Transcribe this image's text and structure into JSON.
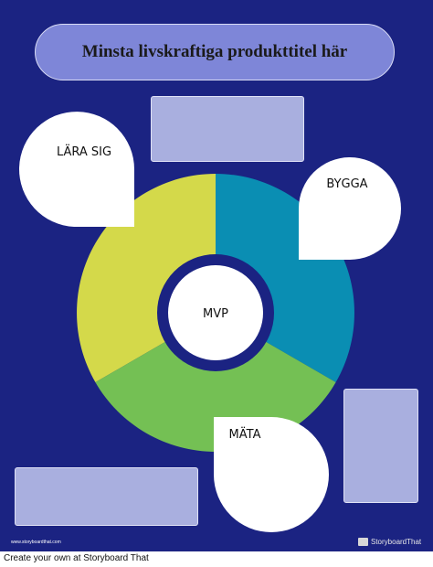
{
  "title": "Minsta livskraftiga produkttitel här",
  "diagram": {
    "center_label": "MVP",
    "stages": [
      {
        "label": "LÄRA SIG",
        "color": "#d4d94a"
      },
      {
        "label": "BYGGA",
        "color": "#0a8eb3"
      },
      {
        "label": "MÄTA",
        "color": "#74c054"
      }
    ],
    "background_color": "#1b2382"
  },
  "watermark": {
    "credit": "www.storyboardthat.com",
    "brand": "StoryboardThat"
  },
  "footer": {
    "text": "Create your own at Storyboard That"
  }
}
